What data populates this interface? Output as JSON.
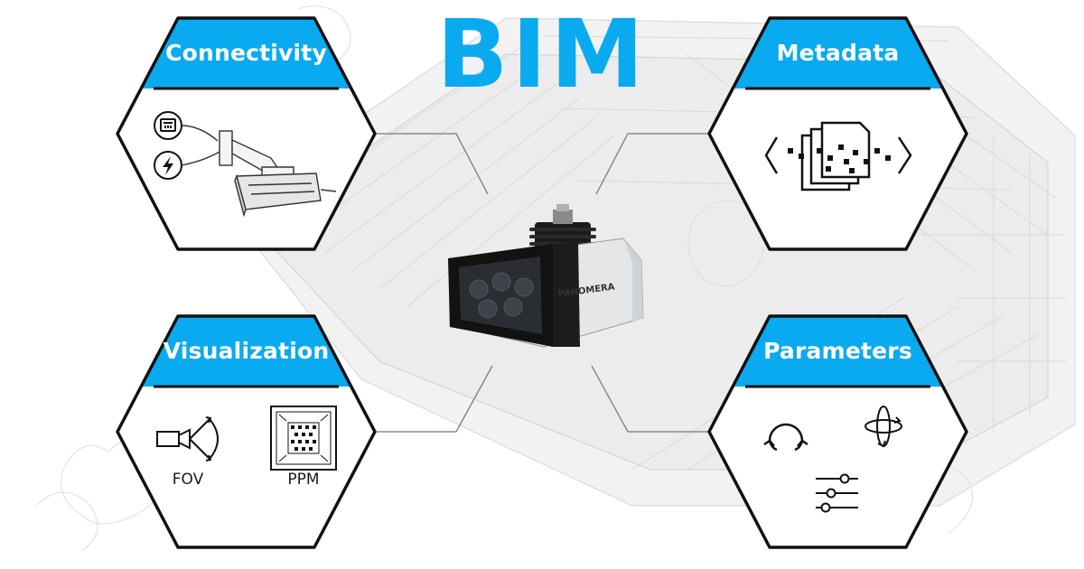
{
  "title": "BIM",
  "colors": {
    "accent": "#0aaaf0",
    "outline": "#111111",
    "sketch": "#c8c8c8"
  },
  "hexagons": [
    {
      "id": "connectivity",
      "label": "Connectivity",
      "icons": [
        "ethernet-port-icon",
        "power-icon",
        "wall-mounted-camera-icon"
      ]
    },
    {
      "id": "metadata",
      "label": "Metadata",
      "icons": [
        "code-brackets-data-files-icon"
      ]
    },
    {
      "id": "visualization",
      "label": "Visualization",
      "icons": [
        "camera-fov-icon",
        "ppm-grid-icon"
      ],
      "icon_labels": [
        "FOV",
        "PPM"
      ]
    },
    {
      "id": "parameters",
      "label": "Parameters",
      "icons": [
        "rotate-icon",
        "rotate-3d-icon",
        "sliders-icon"
      ]
    }
  ],
  "camera": {
    "brand": "PANOMERA"
  }
}
